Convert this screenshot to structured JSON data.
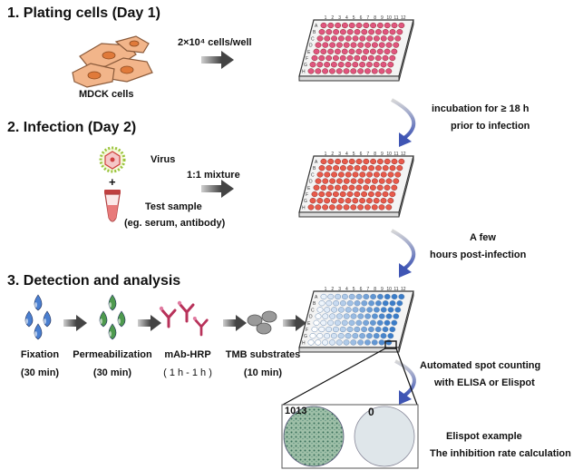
{
  "sections": [
    {
      "title": "1. Plating cells (Day 1)"
    },
    {
      "title": "2. Infection (Day 2)"
    },
    {
      "title": "3. Detection and analysis"
    }
  ],
  "step1": {
    "cells_label": "MDCK  cells",
    "density": "2×10⁴ cells/well"
  },
  "step2": {
    "virus_label": "Virus",
    "plus": "+",
    "mixture_label": "1:1 mixture",
    "sample_label": "Test sample",
    "sample_note": "(eg. serum, antibody)"
  },
  "transitions": {
    "incubation_line1": "incubation for ≥ 18 h",
    "incubation_line2": "prior to infection",
    "postinf_line1": "A few",
    "postinf_line2": "hours post-infection"
  },
  "step3": {
    "stages": [
      {
        "name": "Fixation",
        "time": "(30 min)"
      },
      {
        "name": "Permeabilization",
        "time": "(30 min)"
      },
      {
        "name": "mAb-HRP",
        "time": "( 1 h - 1 h )"
      },
      {
        "name": "TMB substrates",
        "time": "(10 min)"
      }
    ],
    "counting_line1": "Automated spot counting",
    "counting_line2": "with ELISA or Elispot",
    "elispot_line1": "Elispot example",
    "elispot_line2": "The inhibition rate calculation",
    "count_left": "1013",
    "count_right": "0"
  },
  "plate": {
    "columns": [
      "1",
      "2",
      "3",
      "4",
      "5",
      "6",
      "7",
      "8",
      "9",
      "10",
      "11",
      "12"
    ],
    "rows": [
      "A",
      "B",
      "C",
      "D",
      "E",
      "F",
      "G",
      "H"
    ]
  },
  "colors": {
    "plate1_well": "#e0557f",
    "plate2_well": "#e85a4a",
    "plate3_well": "#3a7cc8",
    "drop_blue": "#4a7fd0",
    "drop_green": "#4e9a4e",
    "antibody": "#b8325a",
    "arrow_grey": "#555555",
    "curve_arrow": "#4a5fb8"
  }
}
